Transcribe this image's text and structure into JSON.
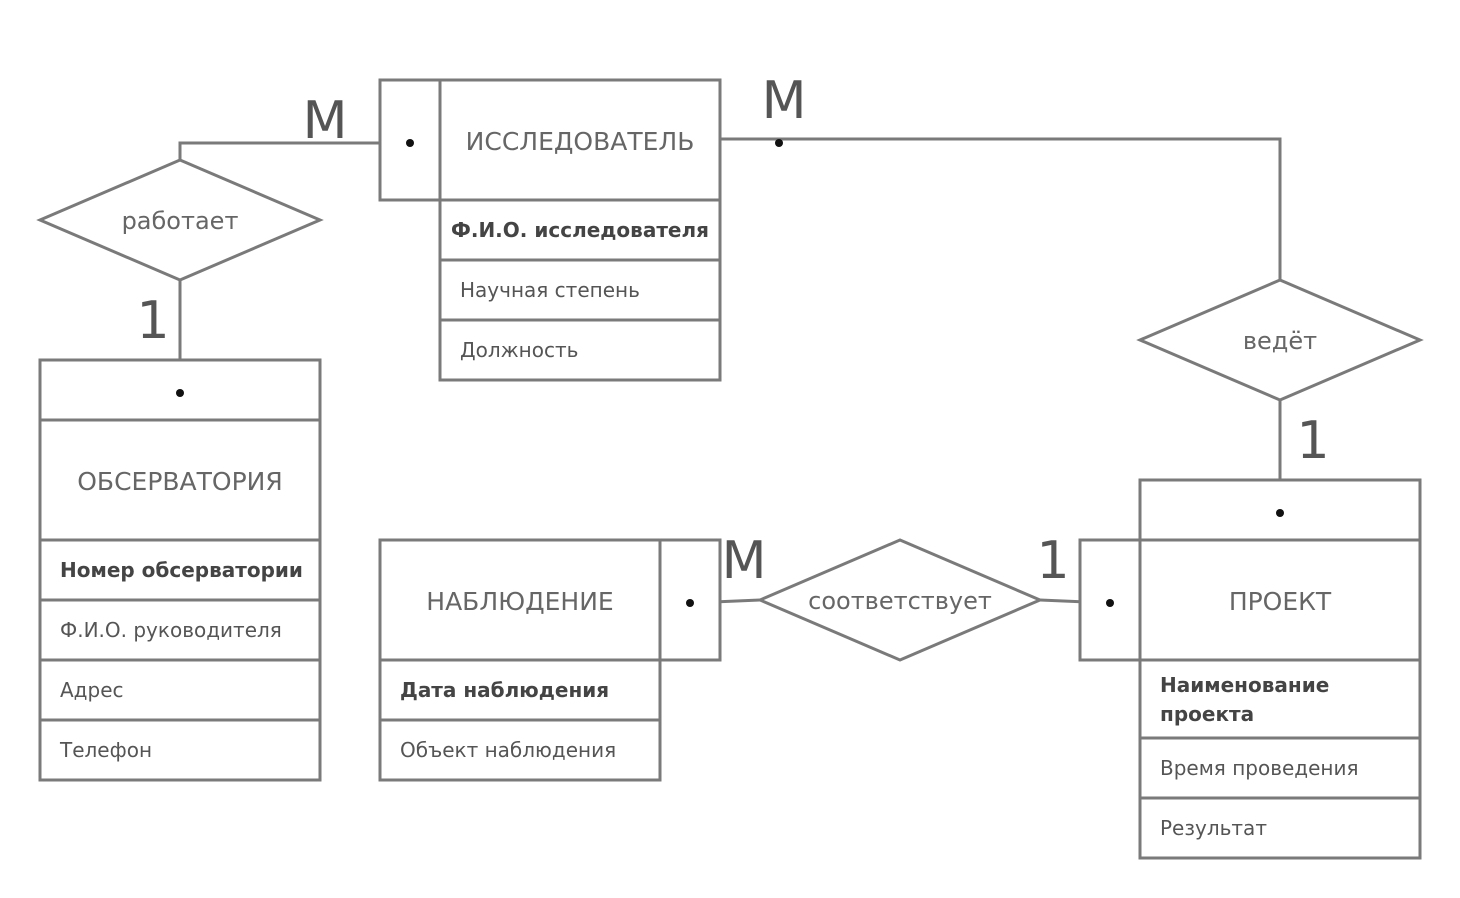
{
  "entities": {
    "researcher": {
      "name": "ИССЛЕДОВАТЕЛЬ",
      "key": "Ф.И.О. исследователя",
      "attributes": [
        "Научная степень",
        "Должность"
      ]
    },
    "observatory": {
      "name": "ОБСЕРВАТОРИЯ",
      "key": "Номер обсерватории",
      "attributes": [
        "Ф.И.О. руководителя",
        "Адрес",
        "Телефон"
      ]
    },
    "observation": {
      "name": "НАБЛЮДЕНИЕ",
      "key": "Дата наблюдения",
      "attributes": [
        "Объект наблюдения"
      ]
    },
    "project": {
      "name": "ПРОЕКТ",
      "key_line1": "Наименование",
      "key_line2": "проекта",
      "attributes": [
        "Время проведения",
        "Результат"
      ]
    }
  },
  "relationships": {
    "works": {
      "label": "работает",
      "card_researcher": "M",
      "card_observatory": "1"
    },
    "leads": {
      "label": "ведёт",
      "card_researcher": "M",
      "card_project": "1"
    },
    "corresponds": {
      "label": "соответствует",
      "card_observation": "M",
      "card_project": "1"
    }
  },
  "colors": {
    "stroke": "#7a7a7a",
    "text": "#666666",
    "dot": "#111111"
  }
}
